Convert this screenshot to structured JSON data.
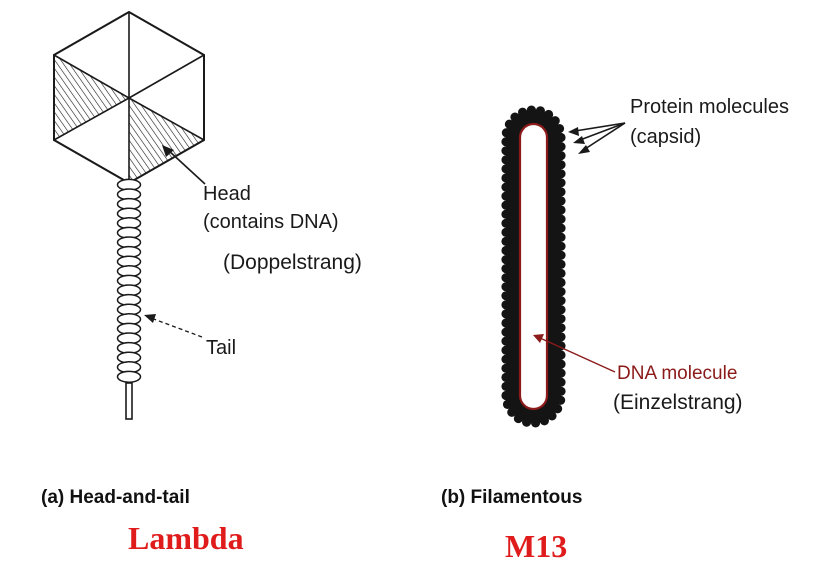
{
  "panel_a": {
    "head_label": "Head",
    "head_note": "(contains DNA)",
    "strand_type": "(Doppelstrang)",
    "tail_label": "Tail",
    "caption": "(a) Head-and-tail",
    "phage_name": "Lambda"
  },
  "panel_b": {
    "protein_label": "Protein molecules",
    "capsid_label": "(capsid)",
    "dna_label": "DNA molecule",
    "strand_type": "(Einzelstrang)",
    "caption": "(b) Filamentous",
    "phage_name": "M13"
  },
  "colors": {
    "line": "#1a1a1a",
    "dna": "#8b1a1a",
    "phage_name": "#e01b1b"
  }
}
